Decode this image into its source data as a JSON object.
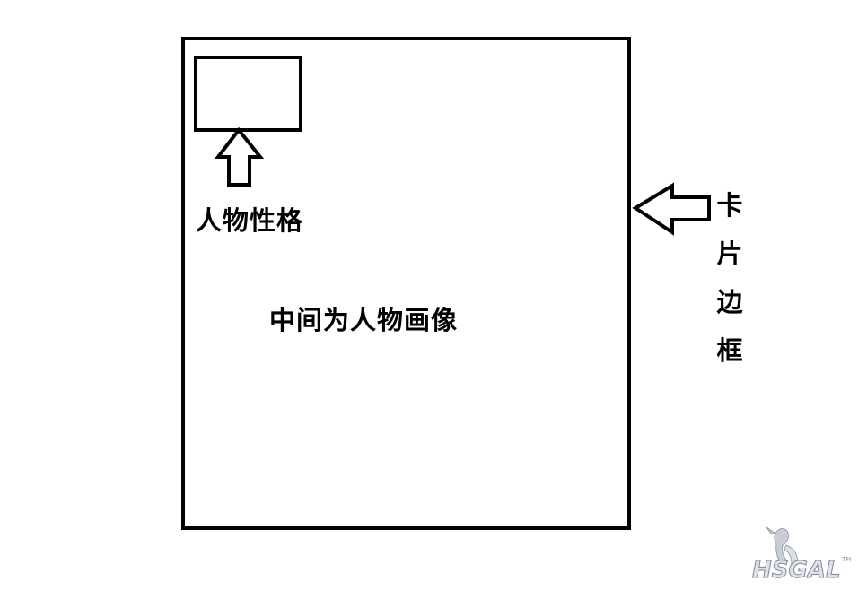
{
  "diagram": {
    "card_frame_label": [
      "卡",
      "片",
      "边",
      "框"
    ],
    "trait_label": "人物性格",
    "center_label": "中间为人物画像",
    "watermark_text": "HSGAL"
  },
  "colors": {
    "stroke": "#000000",
    "background": "#ffffff"
  }
}
